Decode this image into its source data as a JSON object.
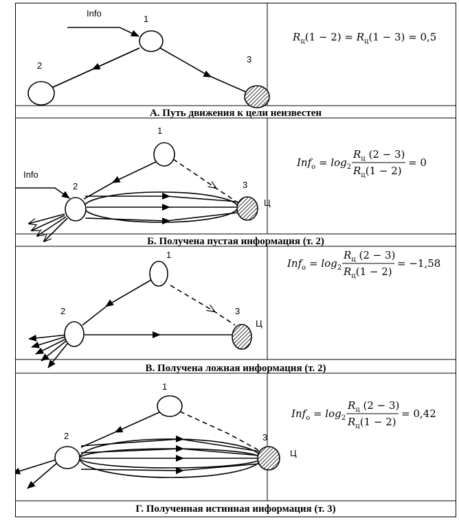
{
  "panel_a": {
    "caption": "А. Путь движения к цели неизвестен",
    "info_label": "Info",
    "node1": "1",
    "node2": "2",
    "node3": "3",
    "formula": {
      "r1": "R",
      "s1": "ц",
      "a1": "(1 − 2) = ",
      "r2": "R",
      "s2": "ц",
      "a2": "(1 − 3) = 0,5"
    }
  },
  "panel_b": {
    "caption": "Б. Получена пустая информация (т. 2)",
    "info_label": "Info",
    "node1": "1",
    "node2": "2",
    "node3": "3",
    "target": "Ц",
    "formula": {
      "inf": "Inf",
      "o": "o",
      "eq": " = ",
      "log": "log",
      "base": "2",
      "num_r": "R",
      "num_s": "ц",
      "num_a": " (2 − 3)",
      "den_r": "R",
      "den_s": "ц",
      "den_a": "(1 − 2)",
      "result": "= 0"
    }
  },
  "panel_c": {
    "caption": "В. Получена ложная информация (т. 2)",
    "node1": "1",
    "node2": "2",
    "node3": "3",
    "target": "Ц",
    "formula": {
      "inf": "Inf",
      "o": "o",
      "eq": " = ",
      "log": "log",
      "base": "2",
      "num_r": "R",
      "num_s": "ц",
      "num_a": " (2 − 3)",
      "den_r": "R",
      "den_s": "ц",
      "den_a": "(1 − 2)",
      "result": "= −1,58"
    }
  },
  "panel_d": {
    "caption": "Г. Полученная истинная информация (т. 3)",
    "node1": "1",
    "node2": "2",
    "node3": "3",
    "target": "Ц",
    "formula": {
      "inf": "Inf",
      "o": "o",
      "eq": " = ",
      "log": "log",
      "base": "2",
      "num_r": "R",
      "num_s": "ц",
      "num_a": " (2 − 3)",
      "den_r": "R",
      "den_s": "ц",
      "den_a": "(1 − 2)",
      "result": "= 0,42"
    }
  }
}
